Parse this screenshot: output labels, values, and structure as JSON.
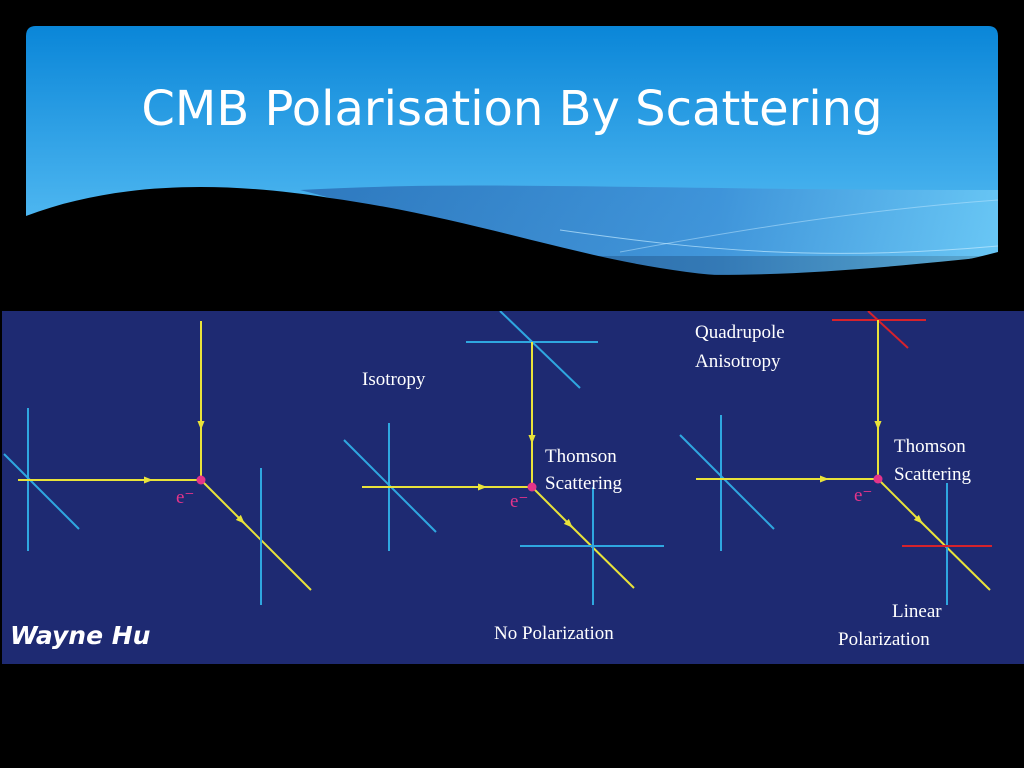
{
  "slide": {
    "title": "CMB Polarisation By Scattering",
    "colors": {
      "header_light": "#5bc0f5",
      "header_dark": "#0a86d8",
      "figure_background": "#1e2a72",
      "incoming_ray": "#e9e33a",
      "polarization_cyan": "#2fa7e0",
      "polarization_red": "#d6222c",
      "electron": "#e3348a"
    }
  },
  "figure": {
    "credit": "Wayne Hu",
    "panels": [
      {
        "electron_label": "e⁻",
        "caption": "",
        "label_top": "",
        "scatter_label": []
      },
      {
        "electron_label": "e⁻",
        "label_top": "Isotropy",
        "scatter_label": [
          "Thomson",
          "Scattering"
        ],
        "caption": "No Polarization"
      },
      {
        "electron_label": "e⁻",
        "label_top_lines": [
          "Quadrupole",
          "Anisotropy"
        ],
        "scatter_label": [
          "Thomson",
          "Scattering"
        ],
        "caption_lines": [
          "Linear",
          "Polarization"
        ]
      }
    ]
  }
}
